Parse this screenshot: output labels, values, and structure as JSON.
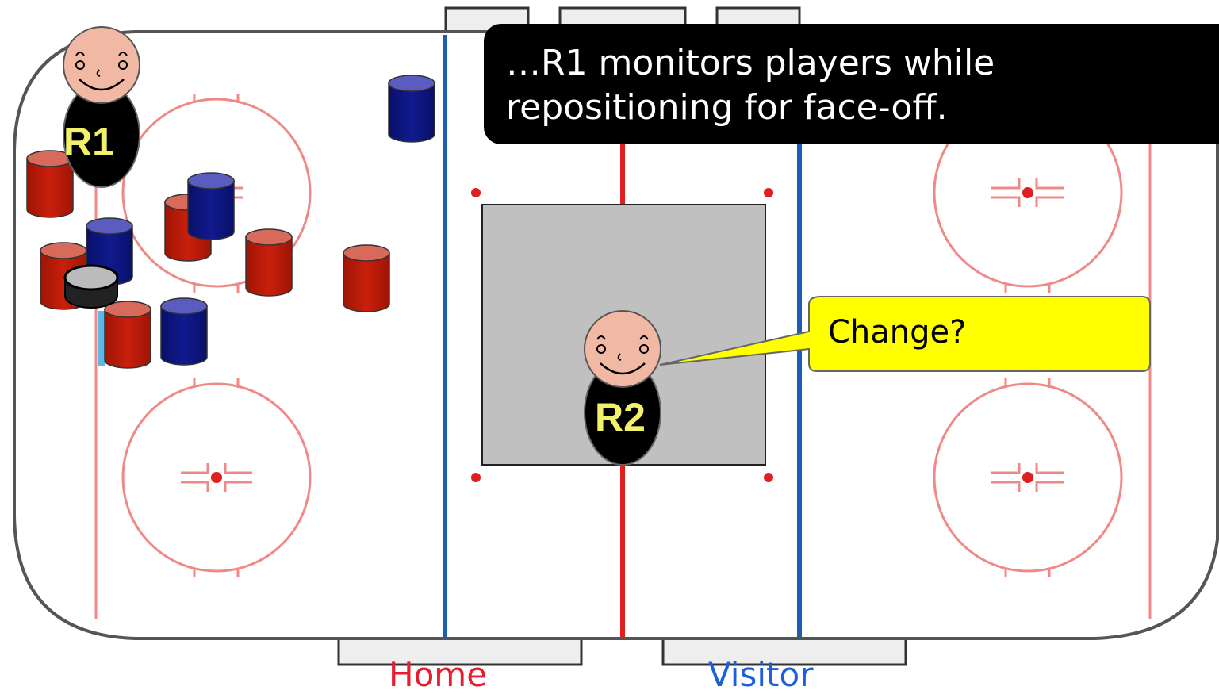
{
  "caption": "…R1 monitors players while repositioning for face-off.",
  "speech_bubble": "Change?",
  "referees": {
    "r1": "R1",
    "r2": "R2"
  },
  "benches": {
    "home": "Home",
    "visitor": "Visitor"
  },
  "colors": {
    "home_team": "#b81c0a",
    "visitor_team": "#0b1280",
    "red_line": "#e02020",
    "blue_line": "#1a5fb4",
    "bubble": "#ffff00",
    "referee_label": "#f1f16a"
  },
  "players": [
    {
      "team": "home"
    },
    {
      "team": "home"
    },
    {
      "team": "home"
    },
    {
      "team": "home"
    },
    {
      "team": "home"
    },
    {
      "team": "home"
    },
    {
      "team": "visitor"
    },
    {
      "team": "visitor"
    },
    {
      "team": "visitor"
    },
    {
      "team": "visitor"
    }
  ]
}
